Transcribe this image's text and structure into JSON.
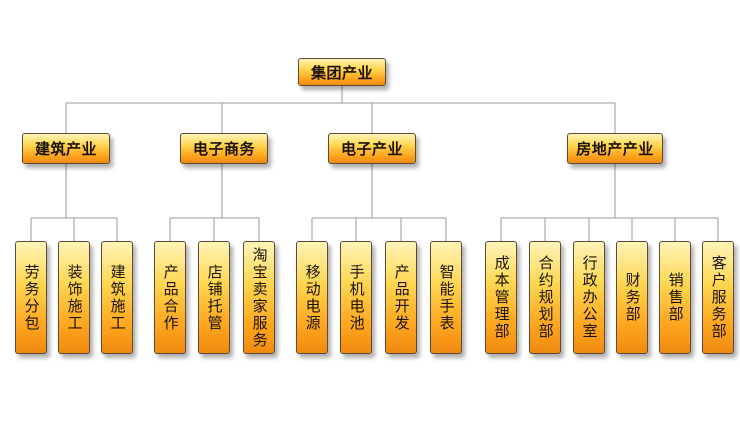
{
  "root": {
    "label": "集团产业"
  },
  "divisions": [
    {
      "label": "建筑产业",
      "children": [
        {
          "label": "劳务分包"
        },
        {
          "label": "装饰施工"
        },
        {
          "label": "建筑施工"
        }
      ]
    },
    {
      "label": "电子商务",
      "children": [
        {
          "label": "产品合作"
        },
        {
          "label": "店铺托管"
        },
        {
          "label": "淘宝卖家服务"
        }
      ]
    },
    {
      "label": "电子产业",
      "children": [
        {
          "label": "移动电源"
        },
        {
          "label": "手机电池"
        },
        {
          "label": "产品开发"
        },
        {
          "label": "智能手表"
        }
      ]
    },
    {
      "label": "房地产产业",
      "children": [
        {
          "label": "成本管理部"
        },
        {
          "label": "合约规划部"
        },
        {
          "label": "行政办公室"
        },
        {
          "label": "财务部"
        },
        {
          "label": "销售部"
        },
        {
          "label": "客户服务部"
        }
      ]
    }
  ],
  "colors": {
    "node_top": "#fff4b8",
    "node_bottom": "#f08a10",
    "connector": "#9a9a9a",
    "border": "#5a4a3a"
  }
}
